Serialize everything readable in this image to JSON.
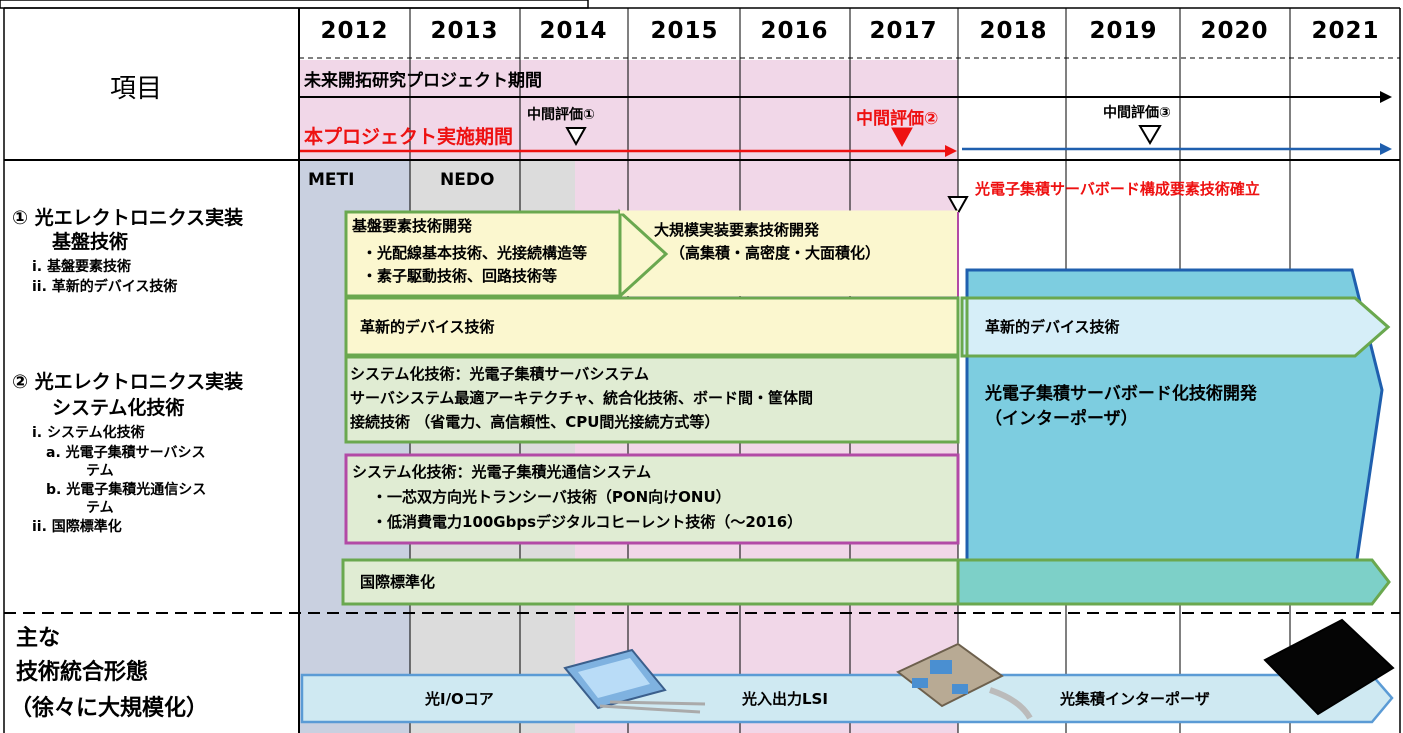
{
  "header": {
    "item_label": "項目",
    "years": [
      "2012",
      "2013",
      "2014",
      "2015",
      "2016",
      "2017",
      "2018",
      "2019",
      "2020",
      "2021"
    ]
  },
  "periods": {
    "future_project": "未来開拓研究プロジェクト期間",
    "this_project": "本プロジェクト実施期間",
    "eval1": "中間評価①",
    "eval2": "中間評価②",
    "eval3": "中間評価③"
  },
  "phases": {
    "meti": "METI",
    "nedo": "NEDO"
  },
  "milestone": "光電子集積サーバボード構成要素技術確立",
  "left": {
    "item1_title": "① 光エレクトロニクス実装",
    "item1_title2": "基盤技術",
    "item1_sub1": "i.   基盤要素技術",
    "item1_sub2": "ii.  革新的デバイス技術",
    "item2_title": "② 光エレクトロニクス実装",
    "item2_title2": "システム化技術",
    "item2_sub1": "i.   システム化技術",
    "item2_sub1a": "a.  光電子集積サーバシス",
    "item2_sub1a2": "テム",
    "item2_sub1b": "b.  光電子集積光通信シス",
    "item2_sub1b2": "テム",
    "item2_sub2": "ii.  国際標準化"
  },
  "boxes": {
    "basic_title": "基盤要素技術開発",
    "basic_l1": "・光配線基本技術、光接続構造等",
    "basic_l2": "・素子駆動技術、回路技術等",
    "large_title": "大規模実装要素技術開発",
    "large_l1": "（高集積・高密度・大面積化）",
    "device1": "革新的デバイス技術",
    "device2": "革新的デバイス技術",
    "sys_server_l1": "システム化技術：光電子集積サーバシステム",
    "sys_server_l2": "サーバシステム最適アーキテクチャ、統合化技術、ボード間・筐体間",
    "sys_server_l3": "接続技術 （省電力、高信頼性、CPU間光接続方式等）",
    "server_board_l1": "光電子集積サーバボード化技術開発",
    "server_board_l2": "（インターポーザ）",
    "sys_comm_l1": "システム化技術：光電子集積光通信システム",
    "sys_comm_l2": "・一芯双方向光トランシーバ技術（PON向けONU）",
    "sys_comm_l3": "・低消費電力100Gbpsデジタルコヒーレント技術（～2016）",
    "std": "国際標準化"
  },
  "bottom": {
    "label_l1": "主な",
    "label_l2": "技術統合形態",
    "label_l3": "（徐々に大規模化）",
    "io_core": "光I/Oコア",
    "io_lsi": "光入出力LSI",
    "interposer": "光集積インターポーザ"
  },
  "colors": {
    "meti_bg": "#c9d0e0",
    "nedo_bg": "#dcdcdc",
    "pink_bg": "#f1d7e8",
    "red": "#ee1111",
    "blue": "#1f5fae",
    "green": "#6aa84f",
    "yellow": "#fbf7cf",
    "light_green": "#e0ecd3",
    "cyan": "#7dcde0",
    "light_cyan": "#d6eef8",
    "purple": "#b24aa6"
  }
}
